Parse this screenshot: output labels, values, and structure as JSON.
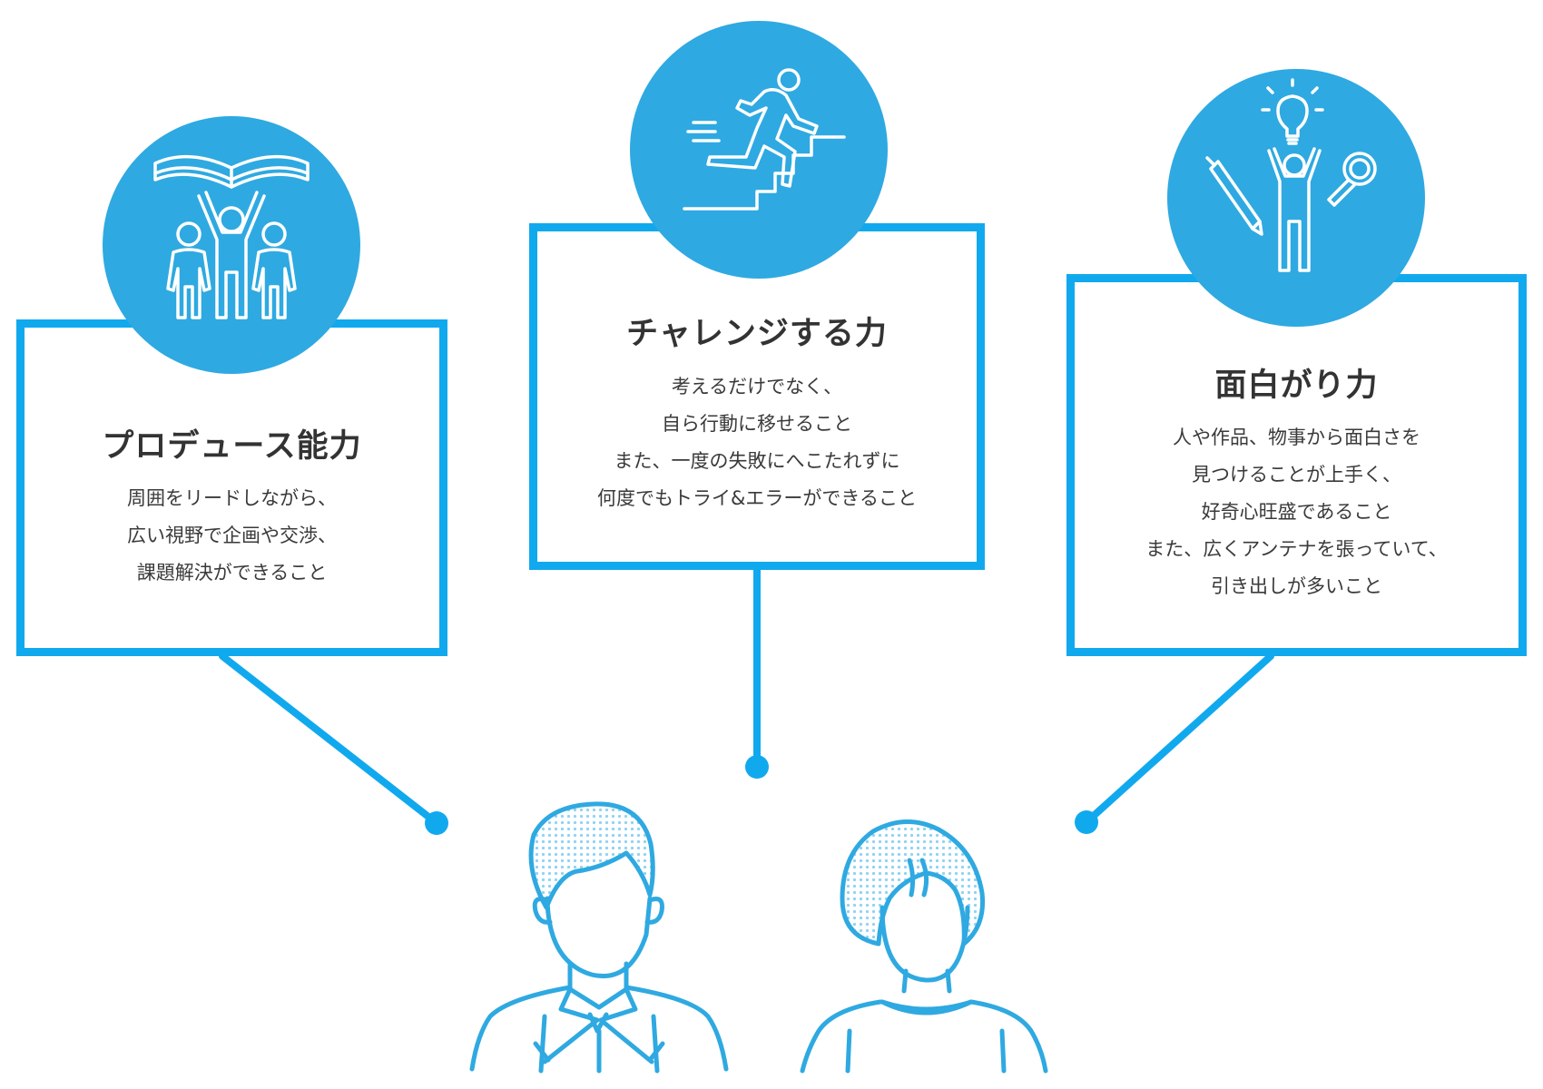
{
  "colors": {
    "accent": "#11a9ee",
    "circle": "#2fa9e1",
    "text": "#333333"
  },
  "cards": {
    "produce": {
      "title": "プロデュース能力",
      "icon": "people-under-book-icon",
      "lines": [
        "周囲をリードしながら、",
        "広い視野で企画や交渉、",
        "課題解決ができること"
      ]
    },
    "challenge": {
      "title": "チャレンジする力",
      "icon": "running-up-stairs-icon",
      "lines": [
        "考えるだけでなく、",
        "自ら行動に移せること",
        "また、一度の失敗にへこたれずに",
        "何度でもトライ&エラーができること"
      ]
    },
    "fun": {
      "title": "面白がり力",
      "icon": "idea-person-icon",
      "lines": [
        "人や作品、物事から面白さを",
        "見つけることが上手く、",
        "好奇心旺盛であること",
        "また、広くアンテナを張っていて、",
        "引き出しが多いこと"
      ]
    }
  },
  "figures": {
    "left": "man-icon",
    "right": "woman-icon"
  }
}
